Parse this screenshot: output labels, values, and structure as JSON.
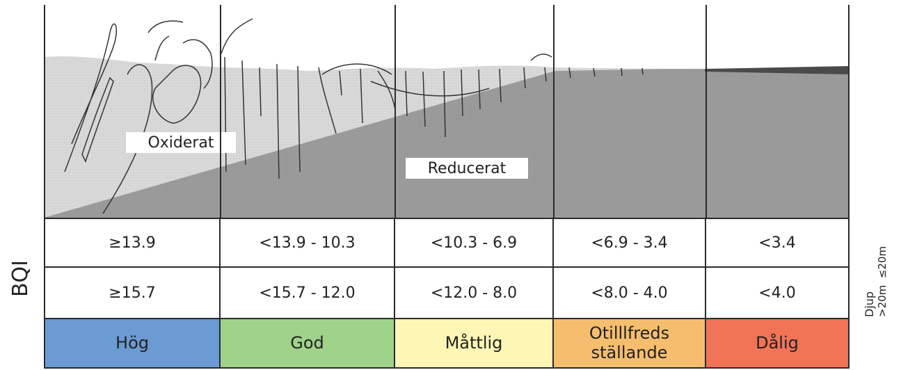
{
  "side_label": "BQI",
  "depth_label": {
    "title": "Djup",
    "values": ">20m  ≤20m"
  },
  "diagram": {
    "labels": {
      "oxidized": "Oxiderat",
      "reduced": "Reducerat"
    }
  },
  "rows": [
    {
      "values": [
        "≥13.9",
        "<13.9 - 10.3",
        "<10.3 - 6.9",
        "<6.9 - 3.4",
        "<3.4"
      ]
    },
    {
      "values": [
        "≥15.7",
        "<15.7 - 12.0",
        "<12.0 - 8.0",
        "<8.0 - 4.0",
        "<4.0"
      ]
    }
  ],
  "classes": [
    {
      "label": "Hög",
      "color": "#6b9bd2"
    },
    {
      "label": "God",
      "color": "#9fd38a"
    },
    {
      "label": "Måttlig",
      "color": "#fdf6b4"
    },
    {
      "label": "Otilllfreds ställande",
      "color": "#f5be6e"
    },
    {
      "label": "Dålig",
      "color": "#f17457"
    }
  ]
}
